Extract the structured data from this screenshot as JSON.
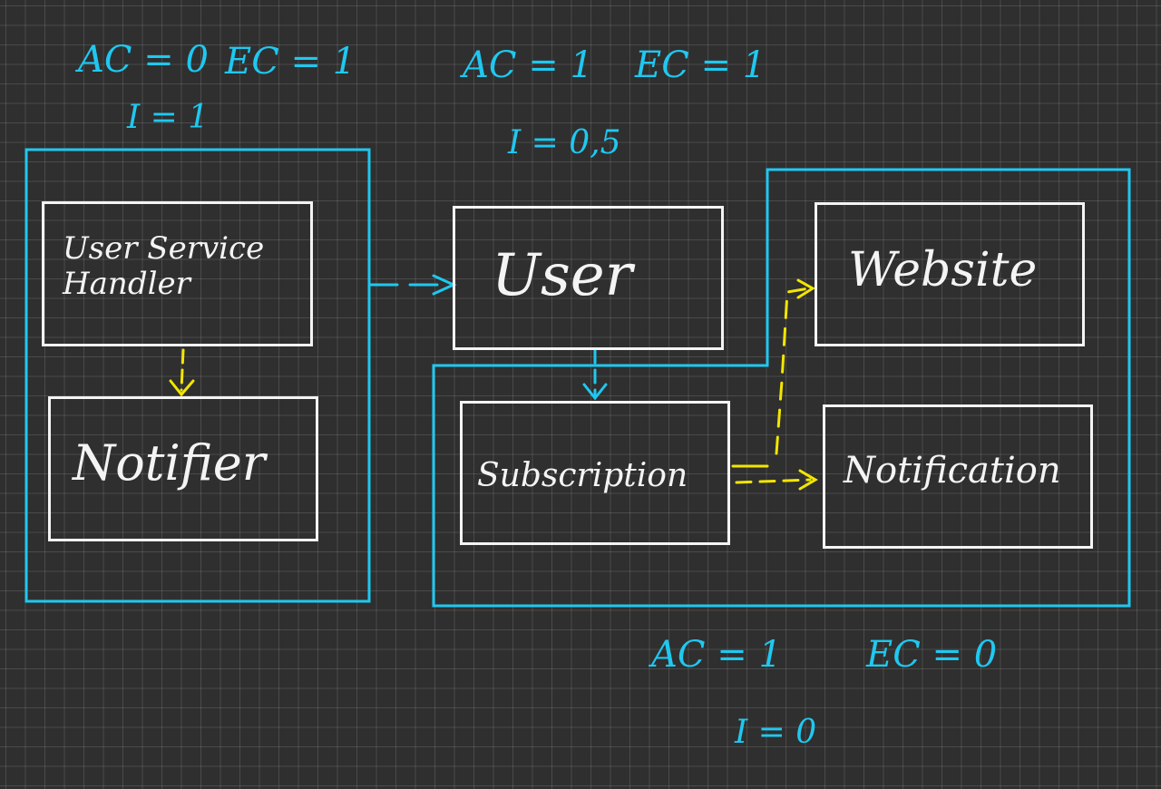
{
  "colors": {
    "background": "#2f2f2f",
    "grid": "#4a4a4a",
    "boundary": "#1fc8f0",
    "box": "#f4f4f4",
    "internal_dependency": "#f2e600",
    "external_dependency": "#1fc8f0"
  },
  "left_module": {
    "metrics": {
      "ac": "AC = 0",
      "ec": "EC = 1",
      "i": "I = 1"
    },
    "boxes": {
      "user_service_handler": "User Service\nHandler",
      "notifier": "Notifier"
    }
  },
  "middle_top": {
    "metrics": {
      "ac": "AC = 1",
      "ec": "EC = 1",
      "i": "I = 0,5"
    },
    "boxes": {
      "user": "User"
    }
  },
  "right_module": {
    "metrics": {
      "ac": "AC = 1",
      "ec": "EC = 0",
      "i": "I = 0"
    },
    "boxes": {
      "subscription": "Subscription",
      "website": "Website",
      "notification": "Notification"
    }
  }
}
